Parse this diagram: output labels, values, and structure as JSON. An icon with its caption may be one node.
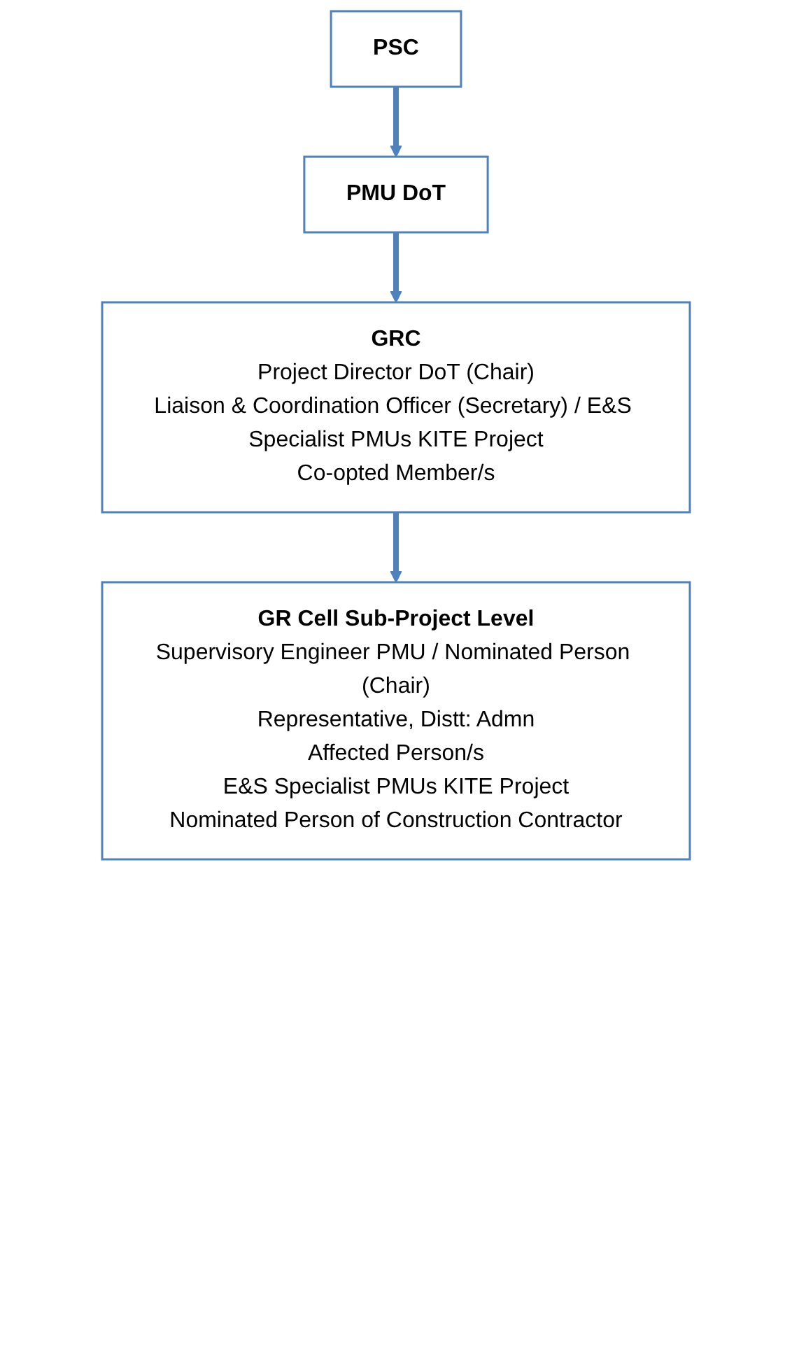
{
  "diagram": {
    "nodes": [
      {
        "text": [
          "PSC"
        ]
      },
      {
        "text": [
          "PMU DoT"
        ]
      },
      {
        "text": [
          "GRC",
          "Project Director DoT (Chair)",
          "Liaison & Coordination Officer (Secretary) / E&S Specialist PMUs KITE Project",
          "Co-opted Member/s"
        ]
      },
      {
        "text": [
          "GR Cell Sub-Project Level",
          "Supervisory Engineer PMU / Nominated Person (Chair)",
          "Representative, Distt: Admn",
          "Affected Person/s",
          "E&S Specialist PMUs KITE Project",
          "Nominated Person of Construction Contractor"
        ]
      }
    ],
    "edges": [
      {
        "from": 0,
        "to": 1,
        "arrow": "to"
      },
      {
        "from": 1,
        "to": 2,
        "arrow": "to"
      },
      {
        "from": 2,
        "to": 3,
        "arrow": "to"
      }
    ]
  }
}
